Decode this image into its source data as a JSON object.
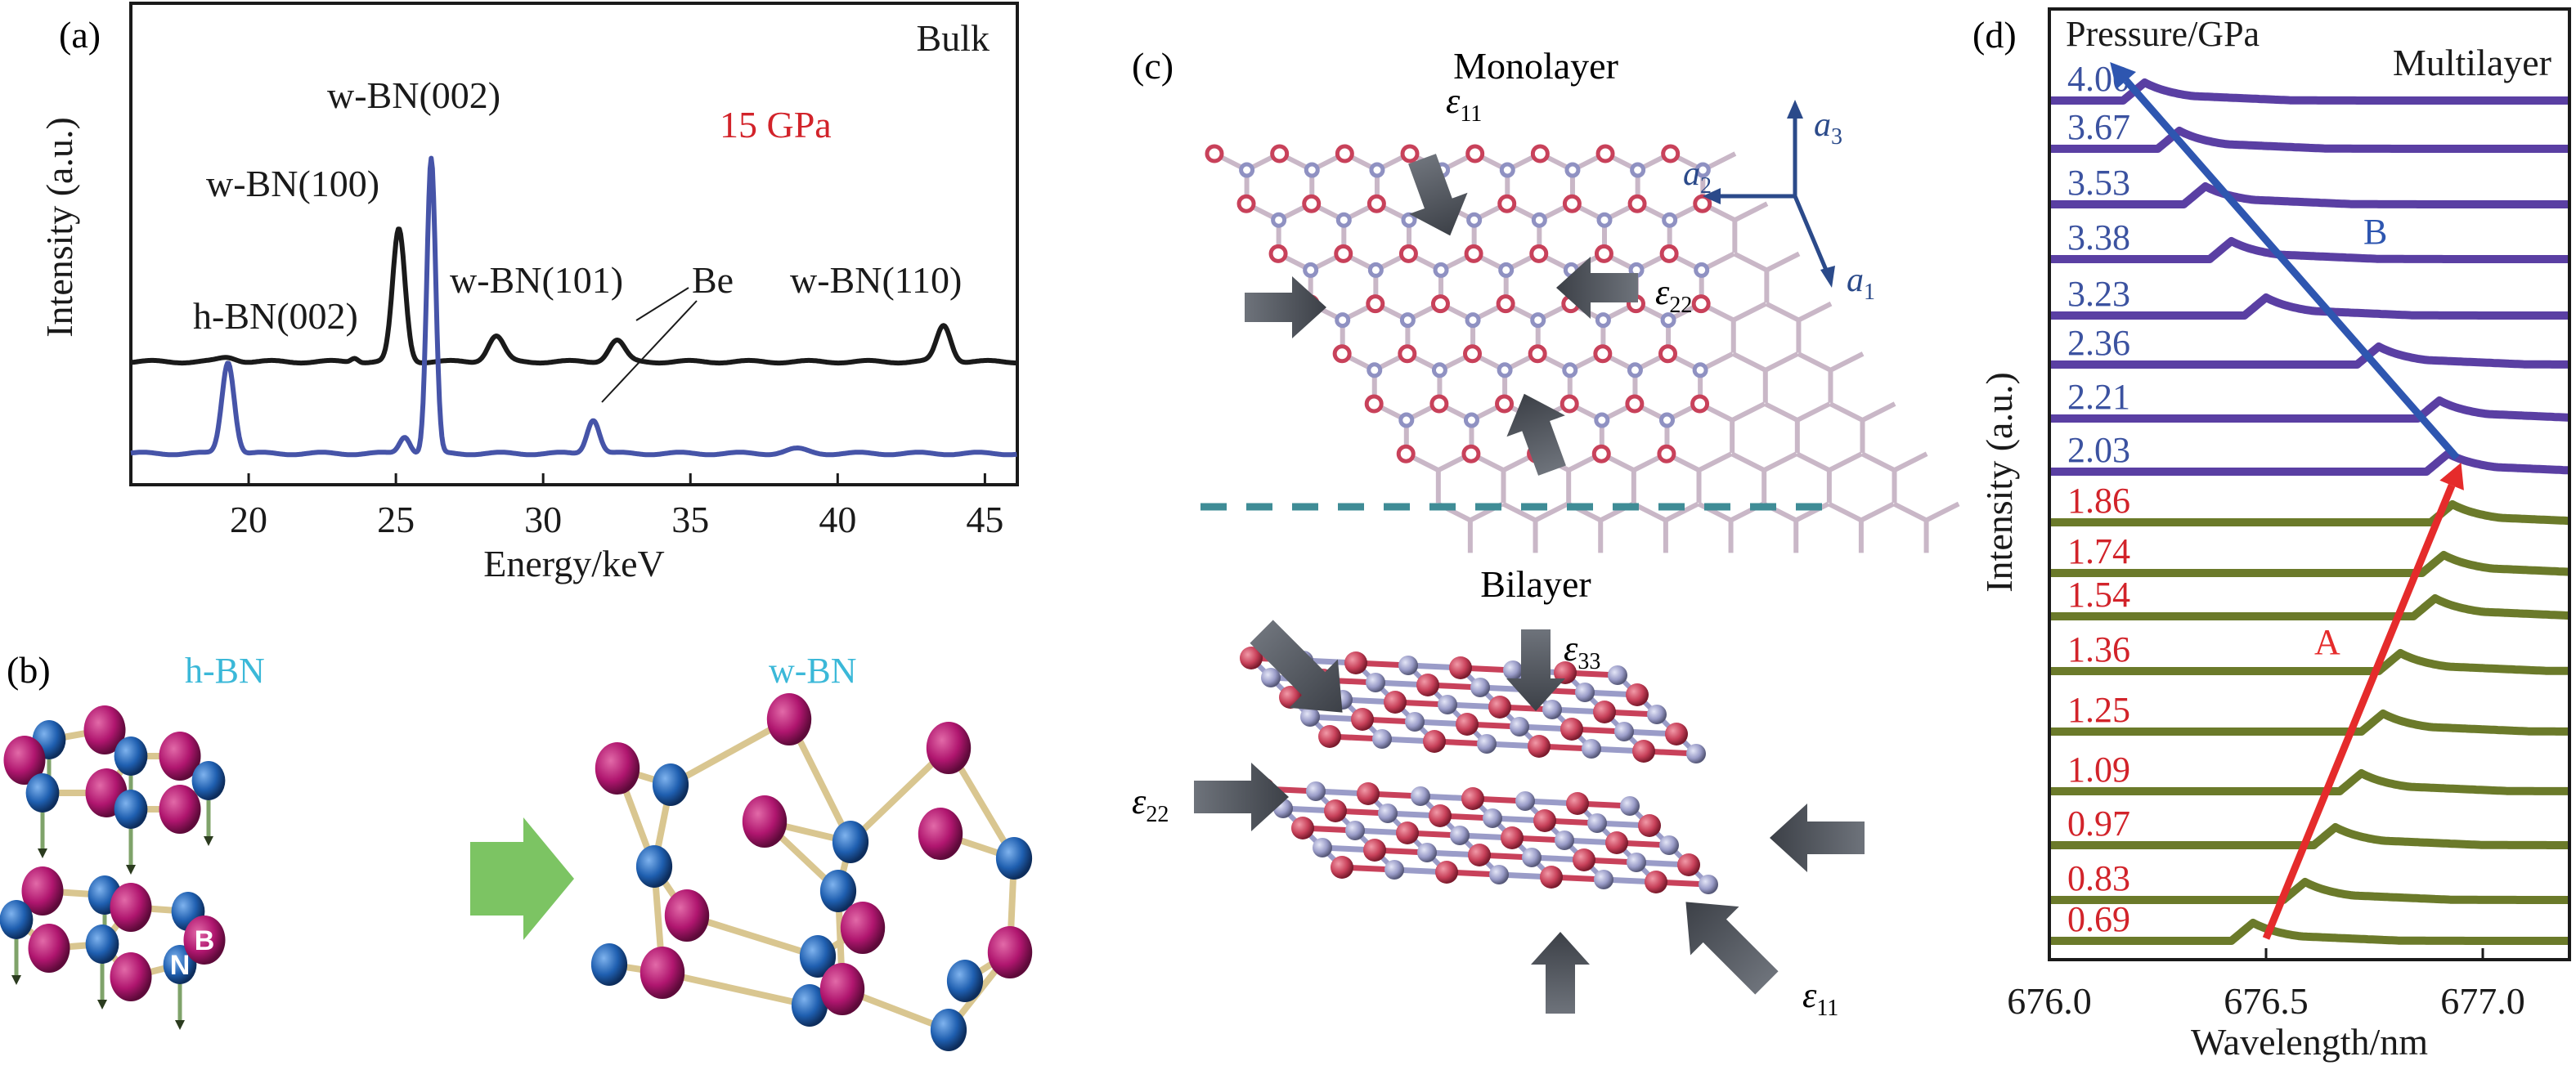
{
  "figure": {
    "panel_labels": {
      "a": "(a)",
      "b": "(b)",
      "c": "(c)",
      "d": "(d)"
    }
  },
  "chart_data": [
    {
      "id": "a",
      "type": "line",
      "title": "",
      "xlabel": "Energy/keV",
      "ylabel": "Intensity (a.u.)",
      "xlim": [
        16,
        46.1
      ],
      "ylim": [
        -0.45,
        1.35
      ],
      "xticks": [
        20,
        25,
        30,
        35,
        40,
        45
      ],
      "xtick_labels": [
        "20",
        "25",
        "30",
        "35",
        "40",
        "45"
      ],
      "yticks": [],
      "grid": false,
      "legend": "none",
      "annotations": {
        "corner_label": "Bulk",
        "pressure_label": "15 GPa",
        "pressure_color": "#d2232a",
        "peaks": [
          {
            "text": "h-BN(002)",
            "x": 19.3
          },
          {
            "text": "w-BN(100)",
            "x": 25.1
          },
          {
            "text": "w-BN(002)",
            "x": 26.2
          },
          {
            "text": "w-BN(101)",
            "x": 28.4
          },
          {
            "text": "Be",
            "x": 32.5
          },
          {
            "text": "w-BN(110)",
            "x": 43.6
          }
        ]
      },
      "series": [
        {
          "name": "Bulk",
          "color": "#1a1a1a",
          "offset": 0.0,
          "peaks": [
            {
              "x": 19.3,
              "height": 0.02,
              "width": 0.5
            },
            {
              "x": 23.6,
              "height": 0.02,
              "width": 0.2
            },
            {
              "x": 25.1,
              "height": 0.62,
              "width": 0.35
            },
            {
              "x": 28.4,
              "height": 0.12,
              "width": 0.45
            },
            {
              "x": 32.5,
              "height": 0.1,
              "width": 0.45
            },
            {
              "x": 43.6,
              "height": 0.17,
              "width": 0.4
            }
          ]
        },
        {
          "name": "15 GPa",
          "color": "#4654a8",
          "offset": -0.43,
          "peaks": [
            {
              "x": 19.3,
              "height": 0.43,
              "width": 0.35
            },
            {
              "x": 25.3,
              "height": 0.08,
              "width": 0.3
            },
            {
              "x": 26.2,
              "height": 1.38,
              "width": 0.25
            },
            {
              "x": 31.7,
              "height": 0.16,
              "width": 0.35
            },
            {
              "x": 38.6,
              "height": 0.02,
              "width": 0.6
            }
          ]
        }
      ]
    },
    {
      "id": "d",
      "type": "line",
      "title": "",
      "xlabel": "Wavelength/nm",
      "ylabel": "Intensity (a.u.)",
      "xlim": [
        676.0,
        677.2
      ],
      "xticks": [
        676.0,
        676.5,
        677.0
      ],
      "xtick_labels": [
        "676.0",
        "676.5",
        "677.0"
      ],
      "grid": false,
      "legend": "none",
      "legend_title": "Pressure/GPa",
      "corner_label": "Multilayer",
      "trend_arrows": [
        {
          "label": "A",
          "color": "#e52b2b",
          "from": {
            "wavelength": 676.5,
            "pressure": 0.69
          },
          "to": {
            "wavelength": 676.95,
            "pressure": 2.03
          }
        },
        {
          "label": "B",
          "color": "#2e56b0",
          "from": {
            "wavelength": 676.94,
            "pressure": 2.03
          },
          "to": {
            "wavelength": 676.14,
            "pressure": 4.0
          }
        }
      ],
      "series": [
        {
          "pressure": "4.00",
          "peak_nm": 676.22,
          "color": "#5a3fa3",
          "label_color": "#3b52a0"
        },
        {
          "pressure": "3.67",
          "peak_nm": 676.3,
          "color": "#5a3fa3",
          "label_color": "#3b52a0"
        },
        {
          "pressure": "3.53",
          "peak_nm": 676.36,
          "color": "#5a3fa3",
          "label_color": "#3b52a0"
        },
        {
          "pressure": "3.38",
          "peak_nm": 676.42,
          "color": "#5a3fa3",
          "label_color": "#3b52a0"
        },
        {
          "pressure": "3.23",
          "peak_nm": 676.5,
          "color": "#5a3fa3",
          "label_color": "#3b52a0"
        },
        {
          "pressure": "2.36",
          "peak_nm": 676.76,
          "color": "#5a3fa3",
          "label_color": "#3b52a0"
        },
        {
          "pressure": "2.21",
          "peak_nm": 676.9,
          "color": "#5a3fa3",
          "label_color": "#3b52a0"
        },
        {
          "pressure": "2.03",
          "peak_nm": 676.92,
          "color": "#5a3fa3",
          "label_color": "#3b52a0"
        },
        {
          "pressure": "1.86",
          "peak_nm": 676.93,
          "color": "#6b7a2a",
          "label_color": "#d2232a"
        },
        {
          "pressure": "1.74",
          "peak_nm": 676.91,
          "color": "#6b7a2a",
          "label_color": "#d2232a"
        },
        {
          "pressure": "1.54",
          "peak_nm": 676.89,
          "color": "#6b7a2a",
          "label_color": "#d2232a"
        },
        {
          "pressure": "1.36",
          "peak_nm": 676.81,
          "color": "#6b7a2a",
          "label_color": "#d2232a"
        },
        {
          "pressure": "1.25",
          "peak_nm": 676.77,
          "color": "#6b7a2a",
          "label_color": "#d2232a"
        },
        {
          "pressure": "1.09",
          "peak_nm": 676.72,
          "color": "#6b7a2a",
          "label_color": "#d2232a"
        },
        {
          "pressure": "0.97",
          "peak_nm": 676.66,
          "color": "#6b7a2a",
          "label_color": "#d2232a"
        },
        {
          "pressure": "0.83",
          "peak_nm": 676.59,
          "color": "#6b7a2a",
          "label_color": "#d2232a"
        },
        {
          "pressure": "0.69",
          "peak_nm": 676.47,
          "color": "#6b7a2a",
          "label_color": "#d2232a"
        }
      ]
    }
  ],
  "diagrams": {
    "b": {
      "left_title": "h-BN",
      "right_title": "w-BN",
      "title_color": "#3bb8d8",
      "atom_labels": {
        "boron": "B",
        "nitrogen": "N"
      },
      "boron_color": "#b0166f",
      "nitrogen_color": "#1f5fb0",
      "transition_arrow_color": "#7cc463"
    },
    "c": {
      "top_title": "Monolayer",
      "bottom_title": "Bilayer",
      "strain_labels": {
        "e11": "ε",
        "e11_sub": "11",
        "e22": "ε",
        "e22_sub": "22",
        "e33": "ε",
        "e33_sub": "33"
      },
      "axes": {
        "a1": "a",
        "a1_sub": "1",
        "a2": "a",
        "a2_sub": "2",
        "a3": "a",
        "a3_sub": "3"
      },
      "axes_color": "#2b4a8a",
      "atom_b_color": "#c8415a",
      "atom_n_color": "#9a9cc8",
      "divider_color": "#3f8c96"
    }
  }
}
